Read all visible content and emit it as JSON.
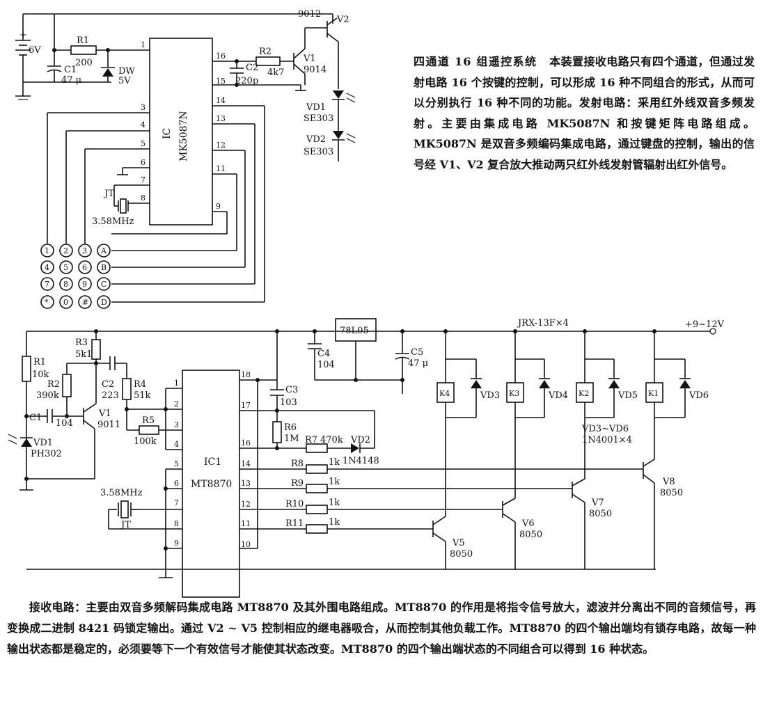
{
  "transmitter": {
    "battery": "6V",
    "r1": {
      "name": "R1",
      "value": "200"
    },
    "c1": {
      "name": "C1",
      "value": "47 μ"
    },
    "dw": {
      "name": "DW",
      "value": "5V"
    },
    "r2": {
      "name": "R2",
      "value": "4k7"
    },
    "c2": {
      "name": "C2",
      "value": "220p"
    },
    "v1": {
      "name": "V1",
      "type": "9014"
    },
    "v2": {
      "name": "V2",
      "type": "9012"
    },
    "vd1": {
      "name": "VD1",
      "type": "SE303"
    },
    "vd2": {
      "name": "VD2",
      "type": "SE303"
    },
    "ic_label": "IC",
    "ic_part": "MK5087N",
    "crystal": {
      "name": "JT",
      "value": "3.58MHz"
    },
    "pins_left": [
      "1",
      "3",
      "4",
      "5",
      "6",
      "7",
      "8"
    ],
    "pins_right": [
      "16",
      "15",
      "14",
      "13",
      "12",
      "11",
      "9"
    ],
    "keypad_rows": [
      [
        "1",
        "2",
        "3",
        "A"
      ],
      [
        "4",
        "5",
        "6",
        "B"
      ],
      [
        "7",
        "8",
        "9",
        "C"
      ],
      [
        "*",
        "0",
        "#",
        "D"
      ]
    ]
  },
  "receiver": {
    "r1": {
      "name": "R1",
      "value": "10k"
    },
    "r2": {
      "name": "R2",
      "value": "390k"
    },
    "r3": {
      "name": "R3",
      "value": "5k1"
    },
    "c1": {
      "name": "C1",
      "value": "104"
    },
    "c2": {
      "name": "C2",
      "value": "223"
    },
    "r4": {
      "name": "R4",
      "value": "51k"
    },
    "r5": {
      "name": "R5",
      "value": "100k"
    },
    "v1": {
      "name": "V1",
      "type": "9011"
    },
    "vd1": {
      "name": "VD1",
      "type": "PH302"
    },
    "ic_label": "IC1",
    "ic_part": "MT8870",
    "crystal": {
      "name": "JT",
      "value": "3.58MHz"
    },
    "pins_left": [
      "1",
      "2",
      "3",
      "4",
      "5",
      "6",
      "7",
      "8",
      "9"
    ],
    "pins_right": [
      "18",
      "17",
      "16",
      "14",
      "13",
      "12",
      "11",
      "10"
    ],
    "c3": {
      "name": "C3",
      "value": "103"
    },
    "r6": {
      "name": "R6",
      "value": "1M"
    },
    "r7": {
      "name": "R7",
      "value": "470k"
    },
    "vd2": {
      "name": "VD2",
      "type": "1N4148"
    },
    "r8": {
      "name": "R8",
      "value": "1k"
    },
    "r9": {
      "name": "R9",
      "value": "1k"
    },
    "r10": {
      "name": "R10",
      "value": "1k"
    },
    "r11": {
      "name": "R11",
      "value": "1k"
    },
    "c4": {
      "name": "C4",
      "value": "104"
    },
    "c5": {
      "name": "C5",
      "value": "47 μ"
    },
    "regulator": "78L05",
    "relay_note": "JRX-13F×4",
    "supply": "+9~12V",
    "relays": [
      "K4",
      "K3",
      "K2",
      "K1"
    ],
    "flyback": [
      "VD3",
      "VD4",
      "VD5",
      "VD6"
    ],
    "flyback_note_1": "VD3~VD6",
    "flyback_note_2": "1N4001×4",
    "drivers": [
      {
        "name": "V5",
        "type": "8050"
      },
      {
        "name": "V6",
        "type": "8050"
      },
      {
        "name": "V7",
        "type": "8050"
      },
      {
        "name": "V8",
        "type": "8050"
      }
    ]
  },
  "text": {
    "top_title": "四通道 16 组遥控系统",
    "top_body": "本装置接收电路只有四个通道，但通过发射电路 16 个按键的控制，可以形成 16 种不同组合的形式，从而可以分别执行 16 种不同的功能。发射电路：采用红外线双音多频发射。主要由集成电路 MK5087N 和按键矩阵电路组成。MK5087N 是双音多频编码集成电路，通过键盘的控制，输出的信号经 V1、V2 复合放大推动两只红外线发射管辐射出红外信号。",
    "bottom_body": "接收电路：主要由双音多频解码集成电路 MT8870 及其外围电路组成。MT8870 的作用是将指令信号放大，滤波并分离出不同的音频信号，再变换成二进制 8421 码锁定输出。通过 V2 ~ V5 控制相应的继电器吸合，从而控制其他负载工作。MT8870 的四个输出端均有锁存电路，故每一种输出状态都是稳定的，必须要等下一个有效信号才能使其状态改变。MT8870 的四个输出端状态的不同组合可以得到 16 种状态。"
  }
}
